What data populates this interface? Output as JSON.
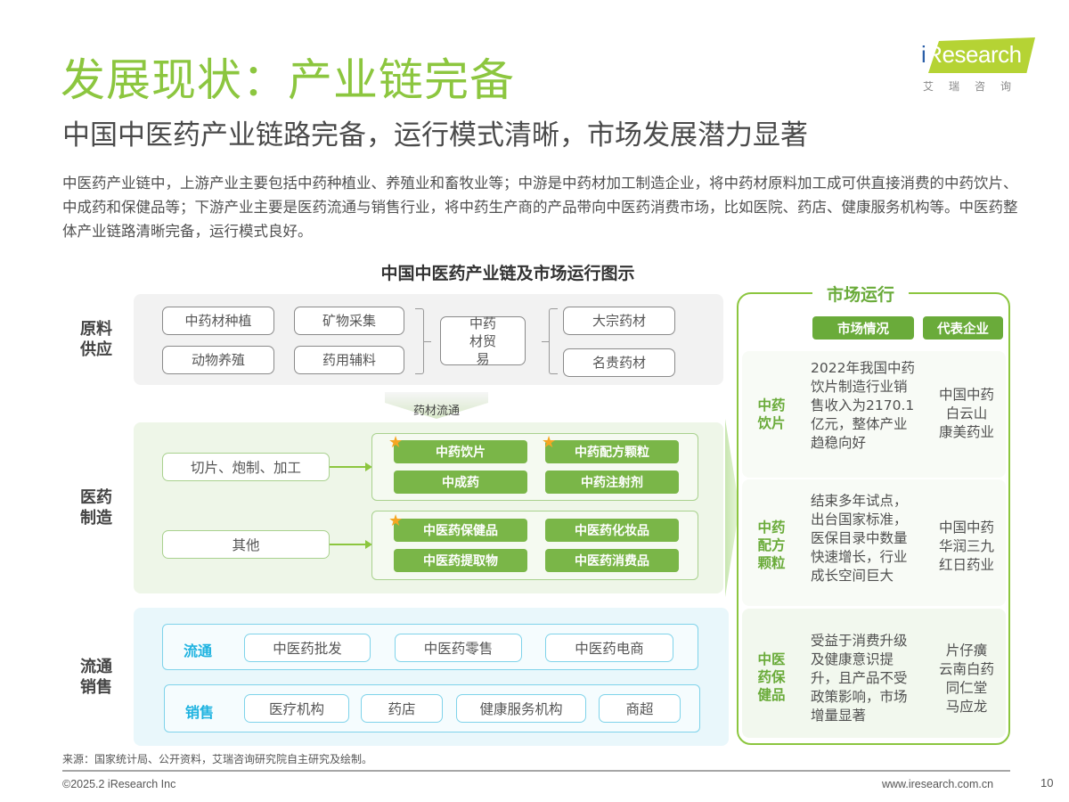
{
  "header": {
    "title": "发展现状：产业链完备",
    "subtitle": "中国中医药产业链路完备，运行模式清晰，市场发展潜力显著",
    "intro": "中医药产业链中，上游产业主要包括中药种植业、养殖业和畜牧业等；中游是中药材加工制造企业，将中药材原料加工成可供直接消费的中药饮片、中成药和保健品等；下游产业主要是医药流通与销售行业，将中药生产商的产品带向中医药消费市场，比如医院、药店、健康服务机构等。中医药整体产业链路清晰完备，运行模式良好。"
  },
  "logo": {
    "brand_i": "i",
    "brand_rest": "Research",
    "cn": "艾瑞咨询",
    "colors": {
      "bg": "#b5d334",
      "dot": "#2b5fa8"
    }
  },
  "diagram": {
    "title": "中国中医药产业链及市场运行图示",
    "raw_supply": {
      "label": "原料供应",
      "sources": [
        "中药材种植",
        "矿物采集",
        "动物养殖",
        "药用辅料"
      ],
      "hub": "中药材贸易",
      "outputs": [
        "大宗药材",
        "名贵药材"
      ]
    },
    "flow_label": "药材流通",
    "manufacturing": {
      "label": "医药制造",
      "processes": [
        {
          "name": "切片、炮制、加工",
          "products": [
            {
              "name": "中药饮片",
              "starred": true
            },
            {
              "name": "中药配方颗粒",
              "starred": true
            },
            {
              "name": "中成药",
              "starred": false
            },
            {
              "name": "中药注射剂",
              "starred": false
            }
          ]
        },
        {
          "name": "其他",
          "products": [
            {
              "name": "中医药保健品",
              "starred": true
            },
            {
              "name": "中医药化妆品",
              "starred": false
            },
            {
              "name": "中医药提取物",
              "starred": false
            },
            {
              "name": "中医药消费品",
              "starred": false
            }
          ]
        }
      ]
    },
    "distribution": {
      "label": "流通销售",
      "circulation": {
        "label": "流通",
        "items": [
          "中医药批发",
          "中医药零售",
          "中医药电商"
        ]
      },
      "sales": {
        "label": "销售",
        "items": [
          "医疗机构",
          "药店",
          "健康服务机构",
          "商超"
        ]
      }
    },
    "market": {
      "title": "市场运行",
      "headers": [
        "市场情况",
        "代表企业"
      ],
      "rows": [
        {
          "category": "中药饮片",
          "description": "2022年我国中药饮片制造行业销售收入为2170.1亿元，整体产业趋稳向好",
          "companies": [
            "中国中药",
            "白云山",
            "康美药业"
          ]
        },
        {
          "category": "中药配方颗粒",
          "description": "结束多年试点，出台国家标准，医保目录中数量快速增长，行业成长空间巨大",
          "companies": [
            "中国中药",
            "华润三九",
            "红日药业"
          ]
        },
        {
          "category": "中医药保健品",
          "description": "受益于消费升级及健康意识提升，且产品不受政策影响，市场增量显著",
          "companies": [
            "片仔癀",
            "云南白药",
            "同仁堂",
            "马应龙"
          ]
        }
      ]
    }
  },
  "footer": {
    "source": "来源：国家统计局、公开资料，艾瑞咨询研究院自主研究及绘制。",
    "copyright": "©2025.2 iResearch Inc",
    "website": "www.iresearch.com.cn",
    "page": "10"
  }
}
